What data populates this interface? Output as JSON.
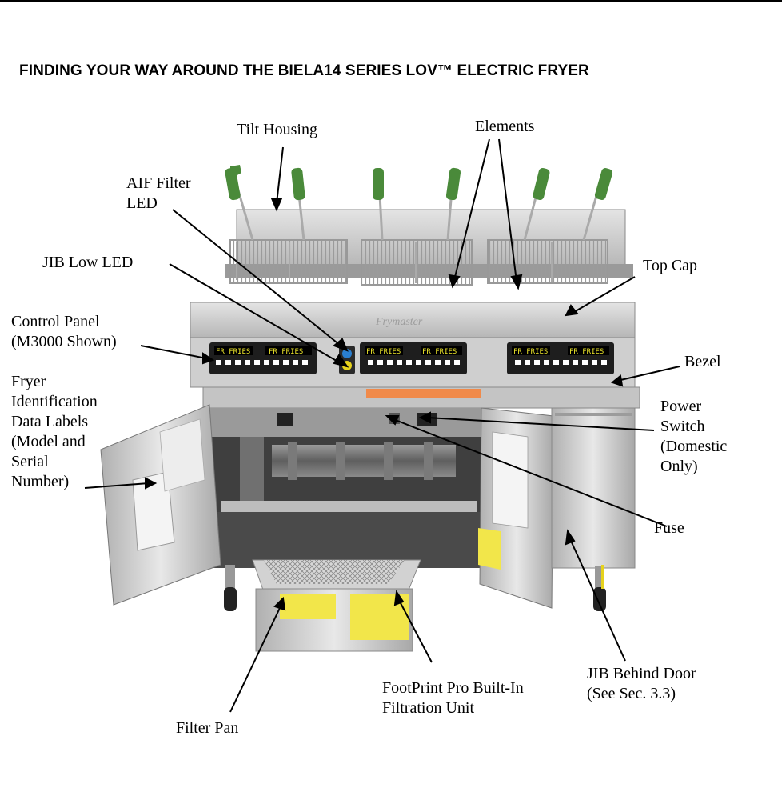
{
  "title": "FINDING YOUR WAY AROUND THE BIELA14 SERIES LOV™ ELECTRIC FRYER",
  "labels": {
    "tilt_housing": "Tilt Housing",
    "elements": "Elements",
    "aif_filter_led": "AIF Filter\nLED",
    "jib_low_led": "JIB Low LED",
    "top_cap": "Top Cap",
    "control_panel": "Control Panel\n(M3000 Shown)",
    "bezel": "Bezel",
    "fryer_id_labels": "Fryer\nIdentification\nData Labels\n(Model and\nSerial\nNumber)",
    "power_switch": "Power\nSwitch\n(Domestic\nOnly)",
    "fuse": "Fuse",
    "jib_behind_door": "JIB Behind Door\n(See Sec. 3.3)",
    "footprint_pro": "FootPrint Pro Built-In\nFiltration Unit",
    "filter_pan": "Filter Pan"
  },
  "controller_display_text": "FR FRIES",
  "colors": {
    "stainless": "#c9c9c9",
    "basket_handle": "#4a8a3a",
    "led_blue": "#2a7fd0",
    "led_yellow": "#e6d21c",
    "warning_label": "#f2e64a",
    "orange_label": "#f08a4a"
  }
}
